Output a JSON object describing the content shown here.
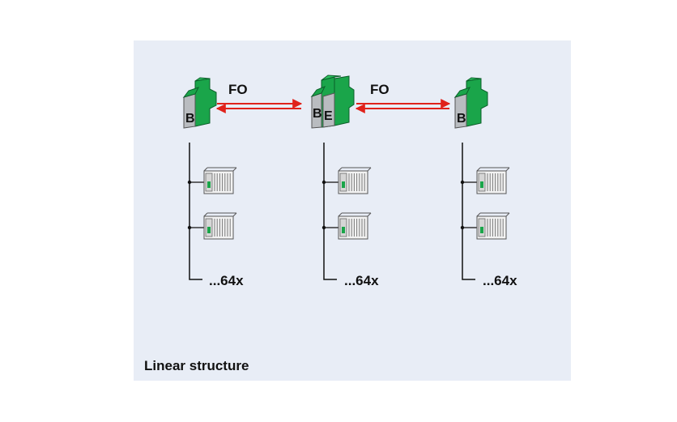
{
  "caption": "Linear structure",
  "links": [
    {
      "label": "FO"
    },
    {
      "label": "FO"
    }
  ],
  "couplers": [
    {
      "letters": [
        "B"
      ]
    },
    {
      "letters": [
        "B",
        "E"
      ]
    },
    {
      "letters": [
        "B"
      ]
    }
  ],
  "segments": [
    {
      "count_label": "...64x",
      "devices": 2
    },
    {
      "count_label": "...64x",
      "devices": 2
    },
    {
      "count_label": "...64x",
      "devices": 2
    }
  ],
  "colors": {
    "panel": "#e8edf6",
    "coupler_green": "#1aa54a",
    "coupler_dark": "#0b5e29",
    "coupler_grey": "#b9bcc0",
    "fo_arrow": "#e0221b",
    "bus_line": "#111111"
  }
}
